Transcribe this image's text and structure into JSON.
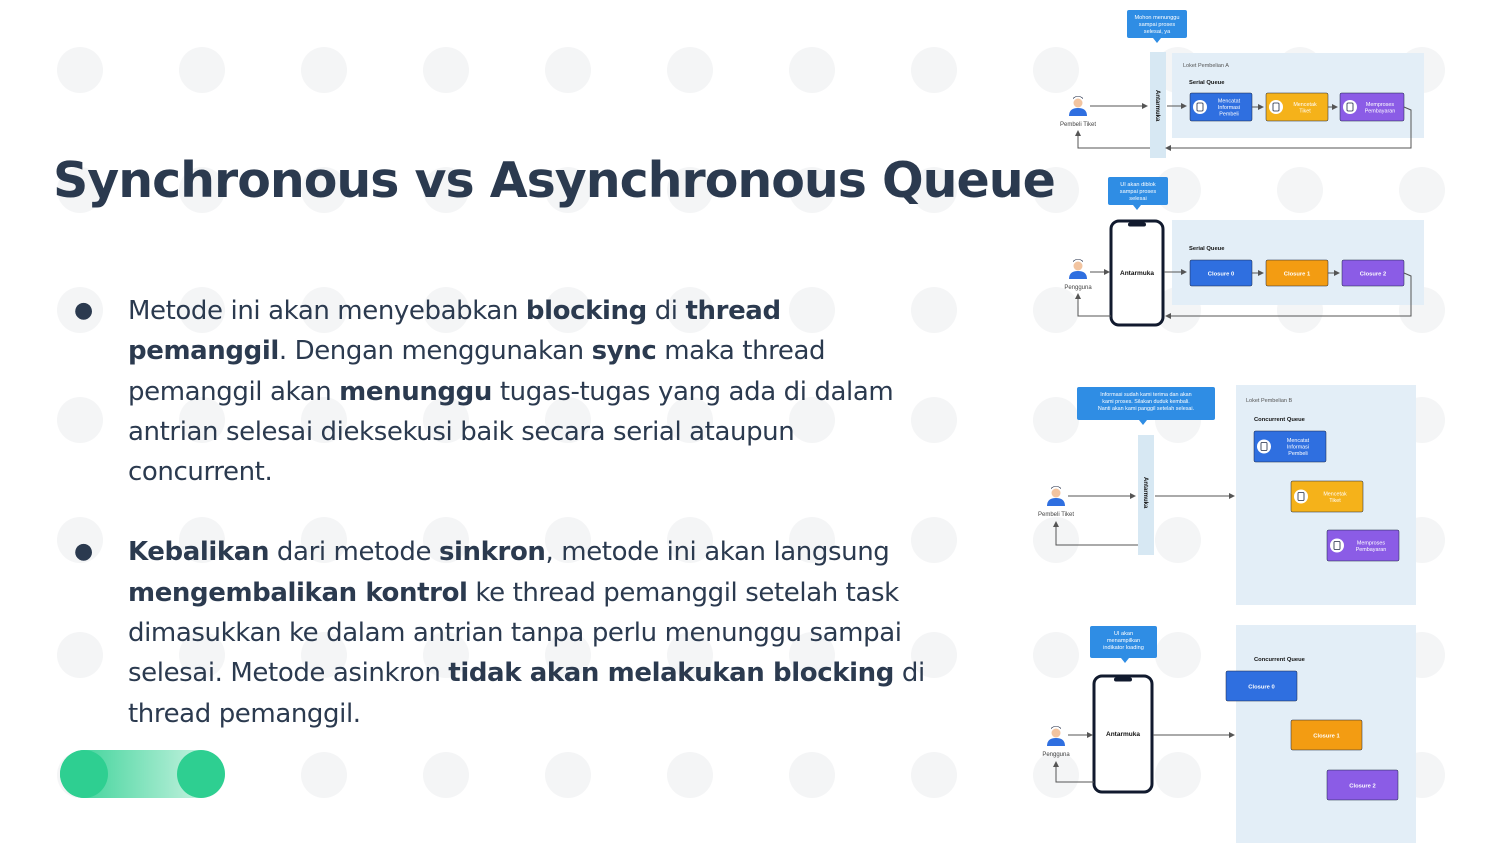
{
  "slide": {
    "title": "Synchronous vs Asynchronous Queue",
    "bullets": [
      {
        "runs": [
          {
            "t": "Metode ini akan menyebabkan ",
            "b": false
          },
          {
            "t": "blocking",
            "b": true
          },
          {
            "t": " di ",
            "b": false
          },
          {
            "t": "thread pemanggil",
            "b": true
          },
          {
            "t": ". Dengan menggunakan ",
            "b": false
          },
          {
            "t": "sync",
            "b": true
          },
          {
            "t": " maka thread pemanggil akan ",
            "b": false
          },
          {
            "t": "menunggu",
            "b": true
          },
          {
            "t": " tugas-tugas yang ada di dalam antrian selesai dieksekusi baik secara serial ataupun concurrent.",
            "b": false
          }
        ]
      },
      {
        "runs": [
          {
            "t": "Kebalikan",
            "b": true
          },
          {
            "t": " dari metode ",
            "b": false
          },
          {
            "t": "sinkron",
            "b": true
          },
          {
            "t": ", metode ini akan langsung ",
            "b": false
          },
          {
            "t": "mengembalikan kontrol",
            "b": true
          },
          {
            "t": " ke thread pemanggil setelah task dimasukkan ke dalam antrian tanpa perlu menunggu sampai selesai. Metode asinkron ",
            "b": false
          },
          {
            "t": "tidak akan melakukan blocking",
            "b": true
          },
          {
            "t": " di thread pemanggil.",
            "b": false
          }
        ]
      }
    ]
  },
  "diagram1": {
    "bubble": [
      "Mohon menunggu",
      "sampai proses",
      "selesai, ya"
    ],
    "person": "Pembeli Tiket",
    "interface": "Antarmuka",
    "panel_label": "Loket Pembelian A",
    "queue_label": "Serial Queue",
    "tasks": [
      {
        "lines": [
          "Mencatat",
          "Informasi",
          "Pembeli"
        ],
        "color": "#2f6fe0"
      },
      {
        "lines": [
          "Mencetak",
          "Tiket"
        ],
        "color": "#f5b21a"
      },
      {
        "lines": [
          "Memproses",
          "Pembayaran"
        ],
        "color": "#8b5ce6"
      }
    ]
  },
  "diagram2": {
    "bubble": [
      "UI akan diblok",
      "sampai proses",
      "selesai"
    ],
    "person": "Pengguna",
    "interface": "Antarmuka",
    "queue_label": "Serial Queue",
    "tasks": [
      {
        "lines": [
          "Closure 0"
        ],
        "color": "#2f6fe0"
      },
      {
        "lines": [
          "Closure 1"
        ],
        "color": "#f39c12"
      },
      {
        "lines": [
          "Closure 2"
        ],
        "color": "#8b5ce6"
      }
    ]
  },
  "diagram3": {
    "bubble": [
      "Informasi sudah kami terima dan akan",
      "kami proses. Silakan duduk kembali.",
      "Nanti akan kami panggil setelah selesai."
    ],
    "person": "Pembeli Tiket",
    "interface": "Antarmuka",
    "panel_label": "Loket Pembelian B",
    "queue_label": "Concurrent Queue",
    "tasks": [
      {
        "lines": [
          "Mencatat",
          "Informasi",
          "Pembeli"
        ],
        "color": "#2f6fe0"
      },
      {
        "lines": [
          "Mencetak",
          "Tiket"
        ],
        "color": "#f5b21a"
      },
      {
        "lines": [
          "Memproses",
          "Pembayaran"
        ],
        "color": "#8b5ce6"
      }
    ]
  },
  "diagram4": {
    "bubble": [
      "UI akan",
      "menampilkan",
      "indikator loading"
    ],
    "person": "Pengguna",
    "interface": "Antarmuka",
    "queue_label": "Concurrent Queue",
    "tasks": [
      {
        "lines": [
          "Closure 0"
        ],
        "color": "#2f6fe0"
      },
      {
        "lines": [
          "Closure 1"
        ],
        "color": "#f39c12"
      },
      {
        "lines": [
          "Closure 2"
        ],
        "color": "#8b5ce6"
      }
    ]
  }
}
